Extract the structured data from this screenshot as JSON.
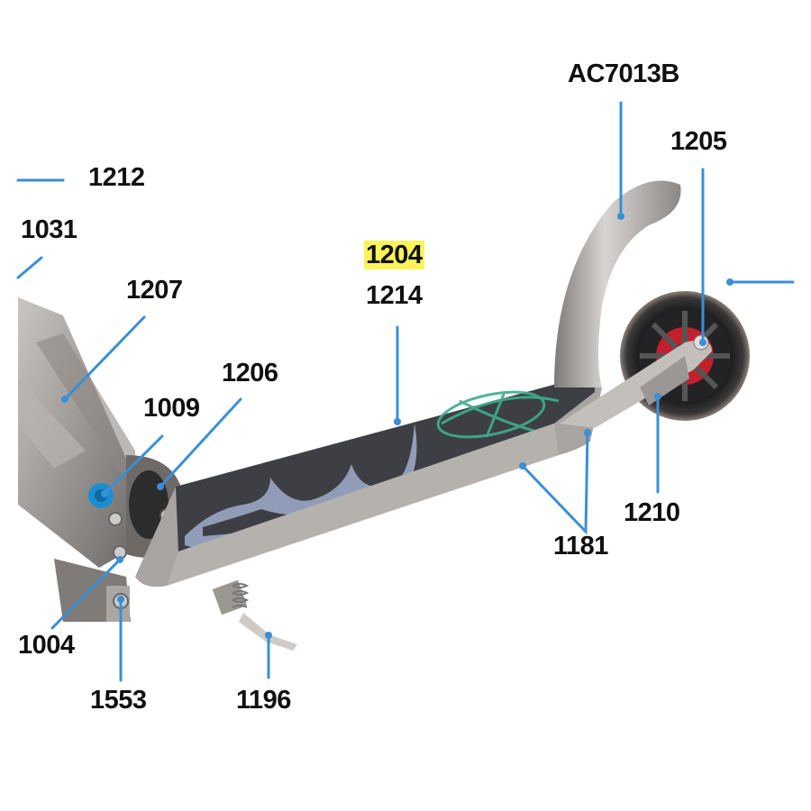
{
  "diagram": {
    "colors": {
      "leader": "#3a8fd6",
      "highlight": "#fbf35a",
      "label_text": "#111111",
      "deck_grip": "#3d3f45",
      "flame": "#9aa7c4",
      "pattern": "#3fae8e",
      "frame": "#9c9895",
      "wheel_hub": "#c2202c",
      "knob": "#1a8fd0"
    },
    "labels": {
      "ac7013b": "AC7013B",
      "p1205": "1205",
      "p1212": "1212",
      "p1031": "1031",
      "p1204": "1204",
      "p1214": "1214",
      "p1207": "1207",
      "p1206": "1206",
      "p1009": "1009",
      "p1210": "1210",
      "p1181": "1181",
      "p1004": "1004",
      "p1553": "1553",
      "p1196": "1196"
    },
    "highlighted": [
      "1204"
    ]
  }
}
